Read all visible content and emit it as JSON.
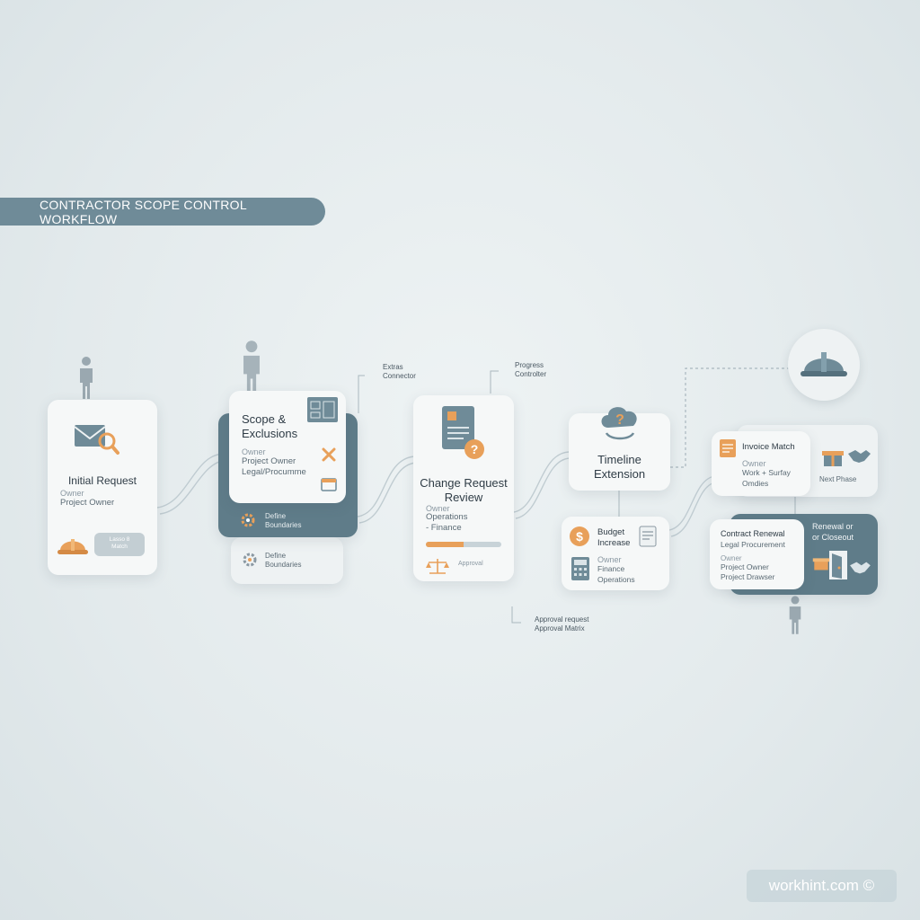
{
  "title": "CONTRACTOR SCOPE CONTROL WORKFLOW",
  "colors": {
    "accent": "#6f8b98",
    "orange": "#e8a05a",
    "dark_card": "#5f7c89"
  },
  "steps": {
    "initial": {
      "title": "Initial Request",
      "owner_label": "Owner",
      "owner": "Project Owner",
      "bubble": "Lasso 8\nMatch"
    },
    "scope": {
      "title": "Scope &\nExclusions",
      "owner_label": "Owner",
      "owner": "Project Owner\nLegal/Procumme",
      "action": "Define\nBoundaries",
      "action2": "Define\nBoundaries"
    },
    "change": {
      "title": "Change Request\nReview",
      "owner_label": "Owner",
      "owner": "Operations\n- Finance",
      "progress": 0.5,
      "footer": "Approval"
    },
    "timeline": {
      "title": "Timeline\nExtension"
    },
    "budget": {
      "title": "Budget\nIncrease",
      "owner_label": "Owner",
      "owner": "Finance\nOperations"
    },
    "invoice": {
      "title": "Invoice Match",
      "owner_label": "Owner",
      "owner": "Work + Surfay\nOmdies",
      "next": "Next Phase"
    },
    "renewal": {
      "title": "Contract Renewal",
      "sub": "Legal Procurement",
      "owner_label": "Owner",
      "owner": "Project Owner\nProject Drawser",
      "side": "Renewal or\nor Closeout"
    }
  },
  "notes": {
    "extras": "Extras\nConnector",
    "progress": "Progress\nControlter",
    "approval": "Approval request\nApproval Matrix"
  },
  "watermark": "workhint.com ©",
  "icons": [
    "envelope-search-icon",
    "hard-hat-icon",
    "person-icon",
    "document-question-icon",
    "cloud-question-icon",
    "dollar-coin-icon",
    "calculator-icon",
    "gift-icon",
    "handshake-icon",
    "door-icon",
    "gear-icon",
    "scales-icon"
  ]
}
